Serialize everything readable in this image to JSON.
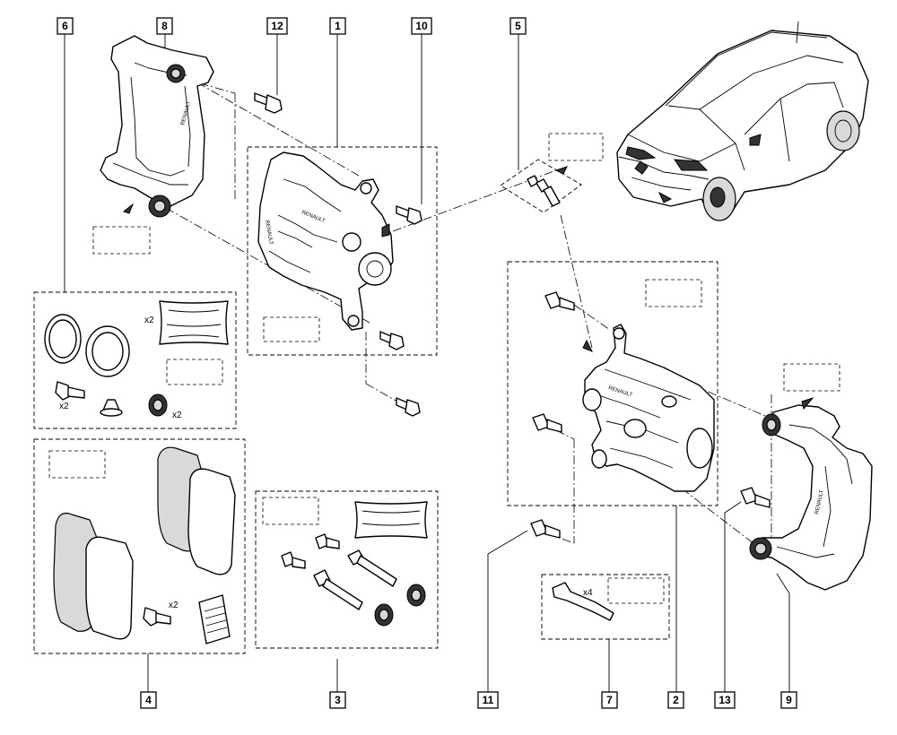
{
  "part_labels": {
    "n1": "1",
    "n2": "2",
    "n3": "3",
    "n4": "4",
    "n5": "5",
    "n6": "6",
    "n7": "7",
    "n8": "8",
    "n9": "9",
    "n10": "10",
    "n11": "11",
    "n12": "12",
    "n13": "13"
  },
  "quantities": {
    "seals": "x2",
    "bolts": "x2",
    "bushes": "x2",
    "pad_bolts": "x2",
    "springs": "x4"
  },
  "stamps": {
    "caliper_brand": "RENAULT"
  },
  "icons": [
    "car-icon",
    "caliper-icon",
    "bracket-icon",
    "bolt-icon",
    "brake-pad-icon",
    "seal-ring-icon",
    "grease-sachet-icon",
    "bleed-screw-icon",
    "instruction-leaflet-icon",
    "spring-clip-icon"
  ]
}
